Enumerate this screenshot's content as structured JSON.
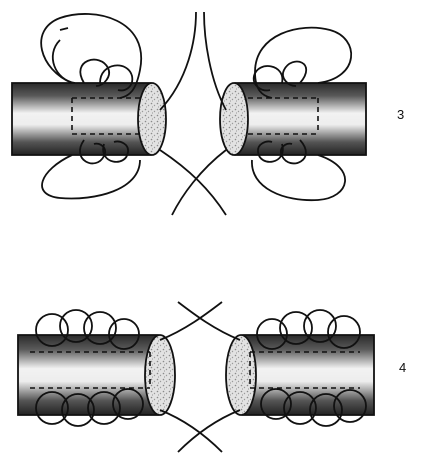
{
  "steps": [
    {
      "label": "3"
    },
    {
      "label": "4"
    }
  ],
  "colors": {
    "ink": "#111111",
    "vessel_dark": "#2a2a2a",
    "vessel_light": "#f2f2f2",
    "cut_face": "#d9d9d9"
  },
  "icons": [
    "vessel-segment",
    "suture-loop",
    "cut-face-ellipse"
  ]
}
